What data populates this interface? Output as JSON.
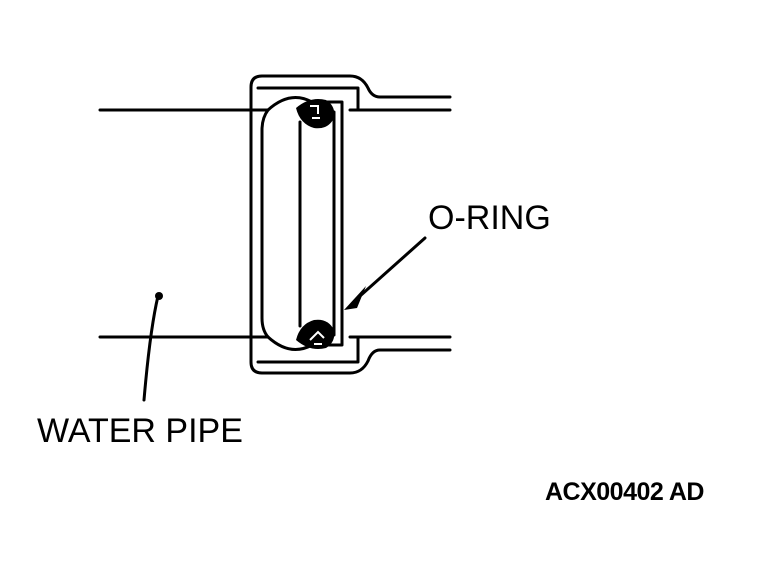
{
  "diagram": {
    "labels": {
      "o_ring": "O-RING",
      "water_pipe": "WATER PIPE",
      "figure_code": "ACX00402 AD"
    },
    "colors": {
      "ink": "#000000",
      "paper": "#ffffff"
    }
  }
}
